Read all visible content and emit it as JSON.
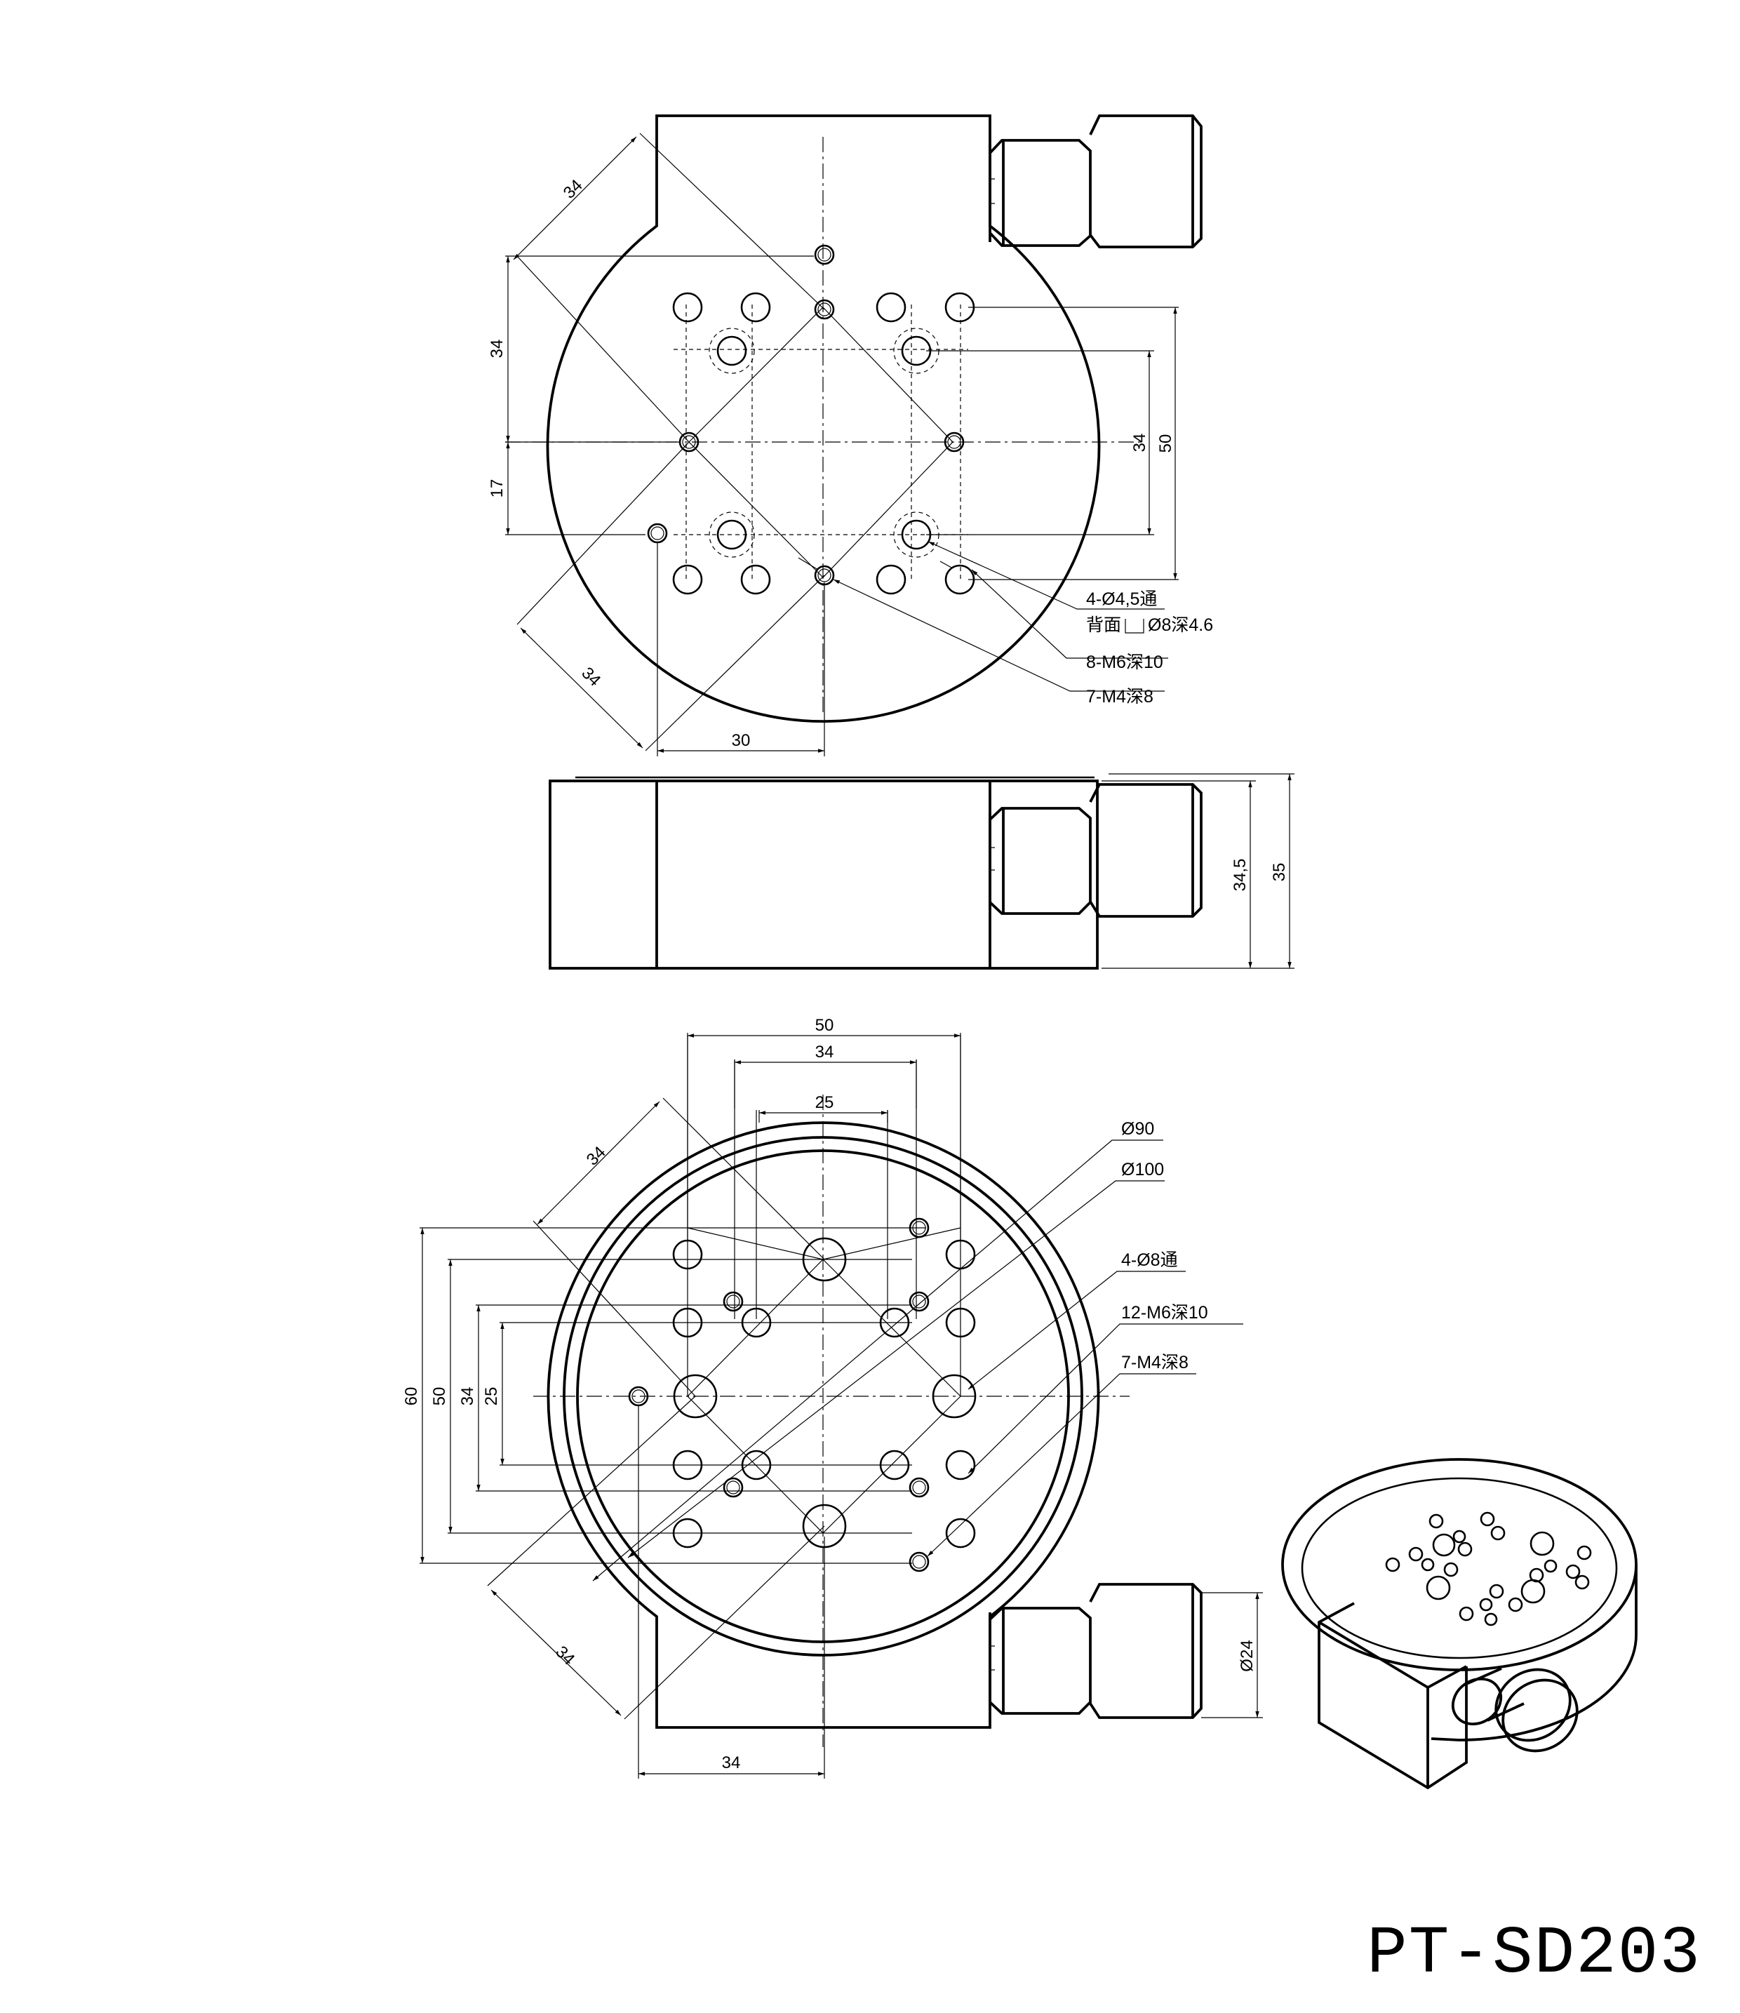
{
  "model": "PT-SD203",
  "top_view": {
    "dims": {
      "d34_diag_top": "34",
      "d34_left": "34",
      "d17_left": "17",
      "d34_right": "34",
      "d50_right": "50",
      "d34_diag_bottom": "34",
      "d30_bottom": "30"
    },
    "callouts": {
      "through_holes": "4-Ø4,5通",
      "counterbore": "背面",
      "counterbore_spec": "Ø8深4.6",
      "m6": "8-M6深10",
      "m4": "7-M4深8"
    }
  },
  "side_view": {
    "dims": {
      "d34_5": "34,5",
      "d35": "35"
    }
  },
  "bottom_view": {
    "dims": {
      "d50_top": "50",
      "d34_top": "34",
      "d25_top": "25",
      "d34_diag_top": "34",
      "d60_left": "60",
      "d50_left": "50",
      "d34_left": "34",
      "d25_left": "25",
      "d34_diag_bottom": "34",
      "d34_bottom": "34",
      "d24_knob": "Ø24"
    },
    "callouts": {
      "dia90": "Ø90",
      "dia100": "Ø100",
      "holes8": "4-Ø8通",
      "m6": "12-M6深10",
      "m4": "7-M4深8"
    }
  }
}
